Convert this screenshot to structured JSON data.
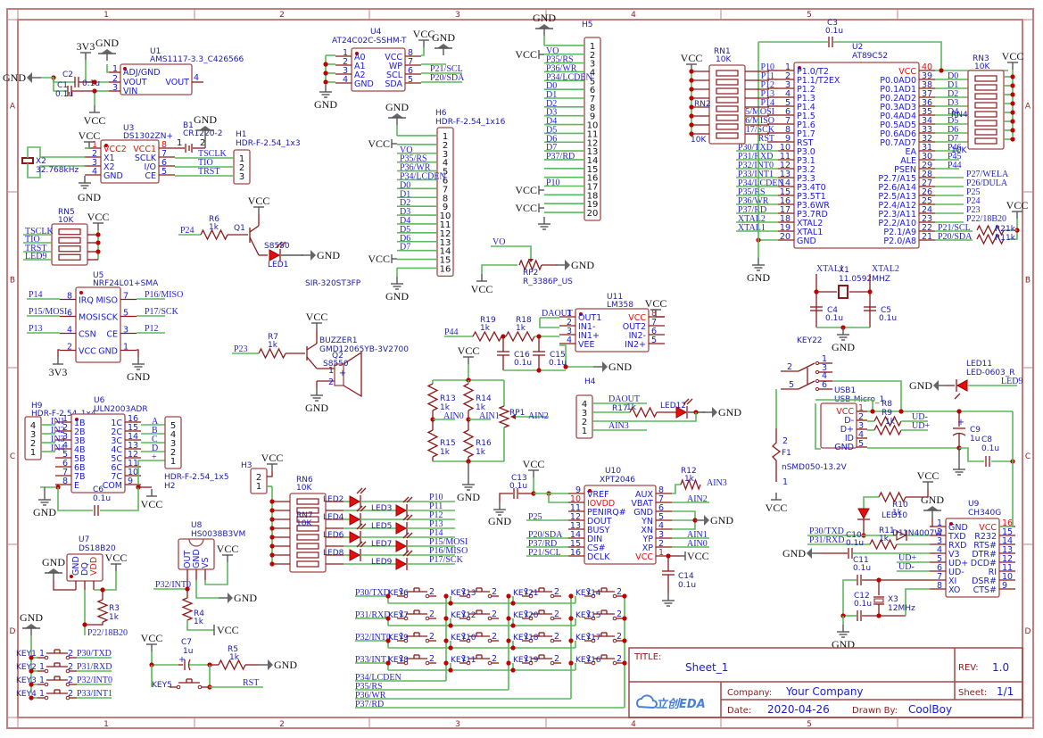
{
  "sheet": {
    "zones_cols": [
      "1",
      "2",
      "3",
      "4",
      "5"
    ],
    "zones_rows": [
      "A",
      "B",
      "C",
      "D"
    ]
  },
  "title_block": {
    "title_label": "TITLE:",
    "title": "Sheet_1",
    "rev_label": "REV:",
    "rev": "1.0",
    "company_label": "Company:",
    "company": "Your Company",
    "sheet_label": "Sheet:",
    "sheet": "1/1",
    "date_label": "Date:",
    "date": "2020-04-26",
    "drawn_label": "Drawn By:",
    "drawn": "CoolBoy",
    "logo": "立创EDA"
  },
  "power": {
    "gnd": "GND",
    "vcc": "VCC",
    "v33": "3V3"
  },
  "u1": {
    "ref": "U1",
    "part": "AMS1117-3.3_C426566",
    "pins": [
      "ADJ/GND",
      "VOUT",
      "VIN",
      "VOUT"
    ],
    "nums": [
      "1",
      "2",
      "3",
      "4"
    ]
  },
  "c1": {
    "ref": "C1",
    "val": "0.1u"
  },
  "c2": {
    "ref": "C2",
    "val": "0.1u"
  },
  "u3": {
    "ref": "U3",
    "part": "DS1302ZN+",
    "left": [
      "VCC2",
      "X1",
      "X2",
      "GND"
    ],
    "right": [
      "VCC1",
      "SCLK",
      "I/O",
      "CE"
    ],
    "lnums": [
      "1",
      "2",
      "3",
      "4"
    ],
    "rnums": [
      "8",
      "7",
      "6",
      "5"
    ]
  },
  "x2": {
    "ref": "X2",
    "val": "32.768kHz"
  },
  "b1": {
    "ref": "B1",
    "part": "CR1220-2"
  },
  "h1": {
    "ref": "H1",
    "part": "HDR-F-2.54_1x3",
    "nets": [
      "TSCLK",
      "TIO",
      "TRST"
    ]
  },
  "rn5": {
    "ref": "RN5",
    "val": "10K",
    "nets": [
      "TSCLK",
      "TIO",
      "TRST",
      "LED9"
    ]
  },
  "u4": {
    "ref": "U4",
    "part": "AT24C02C-SSHM-T",
    "left": [
      "A0",
      "A1",
      "A2",
      "GND"
    ],
    "right": [
      "VCC",
      "WP",
      "SCL",
      "SDA"
    ],
    "lnums": [
      "1",
      "2",
      "3",
      "4"
    ],
    "rnums": [
      "8",
      "7",
      "6",
      "5"
    ],
    "nets": [
      "P21/SCL",
      "P20/SDA"
    ]
  },
  "h6": {
    "ref": "H6",
    "part": "HDR-F-2.54_1x16",
    "nets": [
      "",
      "",
      "VO",
      "P35/RS",
      "P36/WR",
      "P34/LCDEN",
      "D0",
      "D1",
      "D2",
      "D3",
      "D4",
      "D5",
      "D6",
      "D7",
      "",
      ""
    ]
  },
  "h5": {
    "ref": "H5",
    "nets": [
      "",
      "VO",
      "P35/RS",
      "P36/WR",
      "P34/LCDEN",
      "D0",
      "D1",
      "D2",
      "D3",
      "D4",
      "D5",
      "D6",
      "D7",
      "P37/RD",
      "",
      "",
      "P10",
      "",
      "",
      ""
    ]
  },
  "q1": {
    "ref": "Q1",
    "part": "S8550",
    "r": "R6",
    "rval": "1k",
    "net": "P24",
    "led": "LED1",
    "ir": "SIR-320ST3FP"
  },
  "u5": {
    "ref": "U5",
    "part": "NRF24L01+SMA",
    "left": [
      "IRQ",
      "MOSI",
      "CSN",
      "VCC"
    ],
    "right": [
      "MISO",
      "SCK",
      "CE",
      "GND"
    ],
    "lnums": [
      "8",
      "6",
      "4",
      "2"
    ],
    "rnums": [
      "7",
      "5",
      "3",
      "1"
    ],
    "lnets": [
      "P14",
      "P15/MOSI",
      "P13"
    ],
    "rnets": [
      "P16/MISO",
      "P17/SCK",
      "P12"
    ]
  },
  "buzzer": {
    "ref": "BUZZER1",
    "part": "GMD12065YB-3V2700",
    "q": "Q2",
    "qpart": "S8550",
    "r": "R7",
    "rval": "1k",
    "net": "P23"
  },
  "rp2": {
    "ref": "RP2",
    "part": "R_3386P_US",
    "net": "VO"
  },
  "u11": {
    "ref": "U11",
    "part": "LM358",
    "left": [
      "OUT1",
      "IN1-",
      "IN1+",
      "VEE"
    ],
    "right": [
      "VCC",
      "OUT2",
      "IN2-",
      "IN2+"
    ],
    "lnums": [
      "1",
      "2",
      "3",
      "4"
    ],
    "rnums": [
      "8",
      "7",
      "6",
      "5"
    ],
    "net": "DAOUT",
    "r19": "R19",
    "r18": "R18",
    "rval": "1k",
    "in": "P44",
    "c16": "C16",
    "c15": "C15",
    "cval": "0.1u"
  },
  "h4": {
    "ref": "H4",
    "nets": [
      "DAOUT",
      "",
      "AIN3"
    ],
    "r17": "R17",
    "rval": "1k",
    "led": "LED12"
  },
  "divider": {
    "r13": "R13",
    "r14": "R14",
    "r15": "R15",
    "r16": "R16",
    "val": "1k",
    "rp1": "RP1",
    "nets": [
      "AIN0",
      "AIN1",
      "AIN2"
    ]
  },
  "u2": {
    "ref": "U2",
    "part": "AT89C52",
    "left": [
      "P1.0/T2",
      "P1.1/T2EX",
      "P1.2",
      "P1.3",
      "P1.4",
      "P1.5",
      "P1.6",
      "P1.7",
      "RST",
      "P3.0",
      "P3.1",
      "P3.2",
      "P3.3",
      "P3.4T0",
      "P3.5T1",
      "P3.6WR",
      "P3.7RD",
      "XTAL2",
      "XTAL1",
      "GND"
    ],
    "right": [
      "VCC",
      "P0.0AD0",
      "P0.1AD1",
      "P0.2AD2",
      "P0.3AD3",
      "P0.4AD4",
      "P0.5AD5",
      "P0.6AD6",
      "P0.7AD7",
      "EA",
      "ALE",
      "PSEN",
      "P2.7/A15",
      "P2.6/A14",
      "P2.5/A13",
      "P2.4/A12",
      "P2.3/A11",
      "P2.2/A10",
      "P2.1/A9",
      "P2.0/A8"
    ],
    "lnets": [
      "P10",
      "P11",
      "P12",
      "P13",
      "P14",
      "P15/MOSI",
      "P16/MISO",
      "P17/SCK",
      "RST",
      "P30/TXD",
      "P31/RXD",
      "P32/INT0",
      "P33/INT1",
      "P34/LCDEN",
      "P35/RS",
      "P36/WR",
      "P37/RD",
      "XTAL2",
      "XTAL1",
      ""
    ],
    "rnets": [
      "",
      "D0",
      "D1",
      "D2",
      "D3",
      "D4",
      "D5",
      "D6",
      "D7",
      "P46",
      "P45",
      "P44",
      "P27/WELA",
      "P26/DULA",
      "P25",
      "P24",
      "P23",
      "P22/18B20",
      "P21/SCL",
      "P20/SDA"
    ]
  },
  "c3": {
    "ref": "C3",
    "val": "0.1u"
  },
  "rn1": {
    "ref": "RN1",
    "val": "10K"
  },
  "rn2": {
    "ref": "RN2",
    "val": "10K"
  },
  "rn3": {
    "ref": "RN3",
    "val": "10K"
  },
  "rn4": {
    "ref": "RN4",
    "val": "10K"
  },
  "r21": {
    "ref": "R21k",
    "alt": "R11k"
  },
  "x1": {
    "ref": "X1",
    "val": "11.0592MHZ",
    "nets": [
      "XTAL1",
      "XTAL2"
    ],
    "c4": "C4",
    "c5": "C5",
    "cval": "0.1u"
  },
  "key22": {
    "ref": "KEY22"
  },
  "usb": {
    "ref": "USB1",
    "part": "USB-Micro_1",
    "pins": [
      "VCC",
      "D-",
      "D+",
      "ID",
      "GND"
    ],
    "nums": [
      "1",
      "2",
      "3",
      "4",
      "5"
    ],
    "r8": "R8",
    "r9": "R9",
    "rval": "1k",
    "nets": [
      "UD-",
      "UD+"
    ],
    "c9": "C9",
    "c9val": "1u",
    "c8": "C8",
    "c8val": "0.1u"
  },
  "led11": {
    "ref": "LED11",
    "part": "LED-0603_R",
    "net": "LED9"
  },
  "f1": {
    "ref": "F1",
    "part": "nSMD050-13.2V"
  },
  "u9": {
    "ref": "U9",
    "part": "CH340G",
    "left": [
      "GND",
      "TXD",
      "RXD",
      "V3",
      "UD+",
      "UD-",
      "XI",
      "XO"
    ],
    "right": [
      "VCC",
      "R232",
      "RTS#",
      "DTR#",
      "DCD#",
      "RI",
      "DSR#",
      "CTS#"
    ],
    "lnums": [
      "1",
      "2",
      "3",
      "4",
      "5",
      "6",
      "7",
      "8"
    ],
    "rnums": [
      "16",
      "15",
      "14",
      "13",
      "12",
      "11",
      "10",
      "9"
    ],
    "r10": "R10",
    "r11": "R11",
    "rval": "1k",
    "led": "LED10",
    "d1": "D1",
    "d1part": "1N4007W",
    "nets": [
      "P30/TXD",
      "P31/RXD",
      "UD+",
      "UD-"
    ],
    "c10": "C10",
    "c11": "C11",
    "c12": "C12",
    "cval": "0.1u",
    "x3": "X3",
    "x3val": "12MHz"
  },
  "u6": {
    "ref": "U6",
    "part": "ULN2003ADR",
    "left": [
      "1B",
      "2B",
      "3B",
      "4B",
      "5B",
      "6B",
      "7B",
      "E"
    ],
    "right": [
      "1C",
      "2C",
      "3C",
      "4C",
      "5C",
      "6C",
      "7C",
      "COM"
    ],
    "lnums": [
      "1",
      "2",
      "3",
      "4",
      "5",
      "6",
      "7",
      "8"
    ],
    "rnums": [
      "16",
      "15",
      "14",
      "13",
      "12",
      "11",
      "10",
      "9"
    ],
    "innets": [
      "IN1",
      "IN2",
      "IN3",
      "IN4"
    ],
    "outnets": [
      "A",
      "B",
      "C",
      "D",
      "+"
    ],
    "c": "C6",
    "cval": "0.1u"
  },
  "h9": {
    "ref": "H9",
    "part": "HDR-F-2.54_1x4"
  },
  "h2": {
    "ref": "H2",
    "part": "HDR-F-2.54_1x5"
  },
  "h3": {
    "ref": "H3"
  },
  "ledbank": {
    "rn6": "RN6",
    "rn7": "RN7",
    "val": "10K",
    "leds": [
      "LED2",
      "LED3",
      "LED4",
      "LED5",
      "LED6",
      "LED7",
      "LED8",
      "LED9"
    ],
    "nets": [
      "P10",
      "P11",
      "P12",
      "P13",
      "P14",
      "P15/MOSI",
      "P16/MISO",
      "P17/SCK"
    ]
  },
  "u7": {
    "ref": "U7",
    "part": "DS18B20",
    "pins": [
      "GND",
      "DQ",
      "VDD"
    ],
    "r": "R3",
    "rval": "1k",
    "net": "P22/18B20"
  },
  "u8": {
    "ref": "U8",
    "part": "HS0038B3VM",
    "pins": [
      "OUT",
      "GND",
      "VS"
    ],
    "r": "R4",
    "rval": "1k",
    "net": "P32/INT0"
  },
  "keys_left": [
    {
      "ref": "KEY1",
      "net": "P30/TXD"
    },
    {
      "ref": "KEY2",
      "net": "P31/RXD"
    },
    {
      "ref": "KEY3",
      "net": "P32/INT0"
    },
    {
      "ref": "KEY4",
      "net": "P33/INT1"
    }
  ],
  "reset": {
    "key": "KEY5",
    "c": "C7",
    "cval": "1u",
    "r": "R5",
    "rval": "1k",
    "net": "RST"
  },
  "matrix": {
    "rows": [
      "P30/TXD",
      "P31/RXD",
      "P32/INT0",
      "P33/INT1"
    ],
    "cols": [
      "P34/LCDEN",
      "P35/RS",
      "P36/WR",
      "P37/RD"
    ],
    "keys": [
      [
        "KEY6",
        "KEY13",
        "KEY21",
        "KEY14"
      ],
      [
        "KEY7",
        "KEY12",
        "KEY20",
        "KEY15"
      ],
      [
        "KEY9",
        "KEY10",
        "KEY18",
        "KEY17"
      ],
      [
        "KEY8",
        "KEY11",
        "KEY19",
        "KEY16"
      ]
    ]
  },
  "u10": {
    "ref": "U10",
    "part": "XPT2046",
    "left": [
      "VREF",
      "IOVDD",
      "PENIRQ#",
      "DOUT",
      "BUSY",
      "DIN",
      "CS#",
      "DCLK"
    ],
    "right": [
      "AUX",
      "VBAT",
      "GND",
      "YN",
      "XN",
      "YP",
      "XP",
      "VCC"
    ],
    "lnums": [
      "9",
      "10",
      "11",
      "12",
      "13",
      "14",
      "15",
      "16"
    ],
    "rnums": [
      "8",
      "7",
      "6",
      "5",
      "4",
      "3",
      "2",
      "1"
    ],
    "lnets": [
      "",
      "",
      "",
      "P25",
      "",
      "P20/SDA",
      "P37/RD",
      "P21/SCL"
    ],
    "rnets": [
      "AIN3",
      "AIN2",
      "",
      "",
      "",
      "AIN1",
      "AIN0",
      ""
    ],
    "c13": "C13",
    "c14": "C14",
    "cval": "0.1u",
    "r12": "R12",
    "rval": "1k"
  }
}
